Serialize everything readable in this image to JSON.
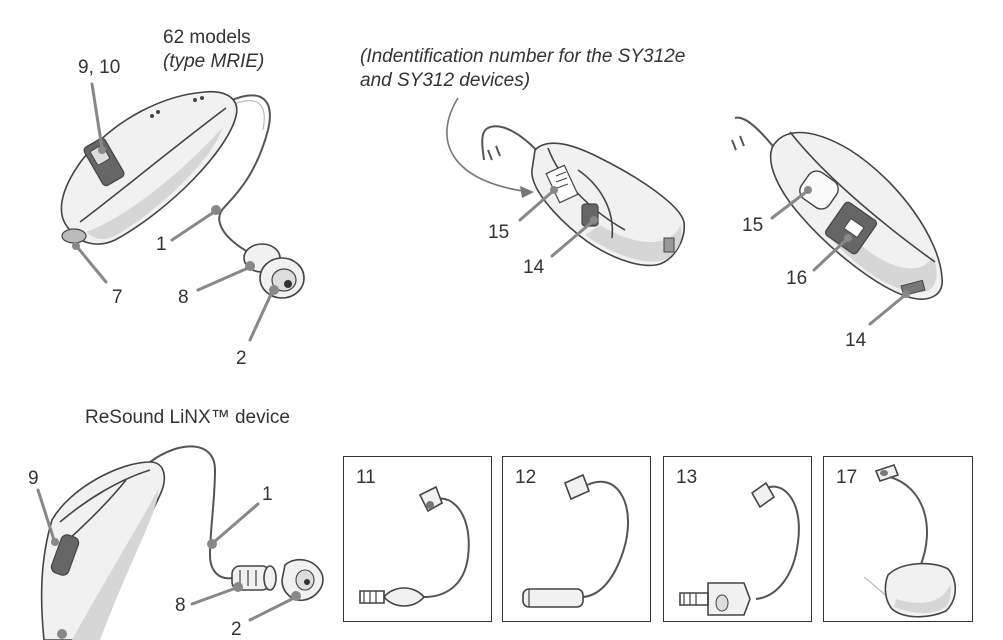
{
  "top_left": {
    "title_line1": "62 models",
    "title_line2": "(type MRIE)",
    "labels": {
      "l9_10": "9, 10",
      "l1": "1",
      "l7": "7",
      "l8": "8",
      "l2": "2"
    }
  },
  "top_middle": {
    "note_line1": "(Indentification number for the SY312e",
    "note_line2": "and SY312 devices)",
    "labels": {
      "l15": "15",
      "l14": "14"
    }
  },
  "top_right": {
    "labels": {
      "l15": "15",
      "l16": "16",
      "l14": "14"
    }
  },
  "bottom_left": {
    "title": "ReSound LiNX™ device",
    "labels": {
      "l9": "9",
      "l1": "1",
      "l8": "8",
      "l2": "2"
    }
  },
  "boxes": [
    {
      "number": "11"
    },
    {
      "number": "12"
    },
    {
      "number": "13"
    },
    {
      "number": "17"
    }
  ]
}
